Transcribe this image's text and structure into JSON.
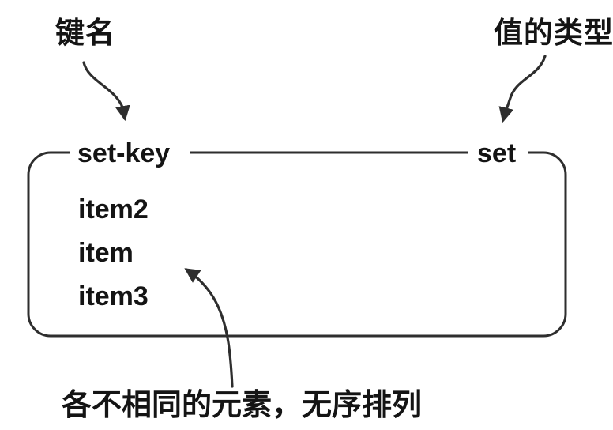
{
  "diagram": {
    "colors": {
      "background": "#ffffff",
      "line": "#2e2e2e",
      "text": "#141414"
    },
    "labels": {
      "key_name": "键名",
      "value_type": "值的类型",
      "elements_note": "各不相同的元素，无序排列"
    },
    "set_box": {
      "key": "set-key",
      "type": "set",
      "members": [
        "item2",
        "item",
        "item3"
      ]
    },
    "icons": {
      "key_name_arrow": "curved-arrow-down-icon",
      "value_type_arrow": "curved-arrow-down-icon",
      "elements_arrow": "curved-arrow-up-left-icon"
    }
  }
}
